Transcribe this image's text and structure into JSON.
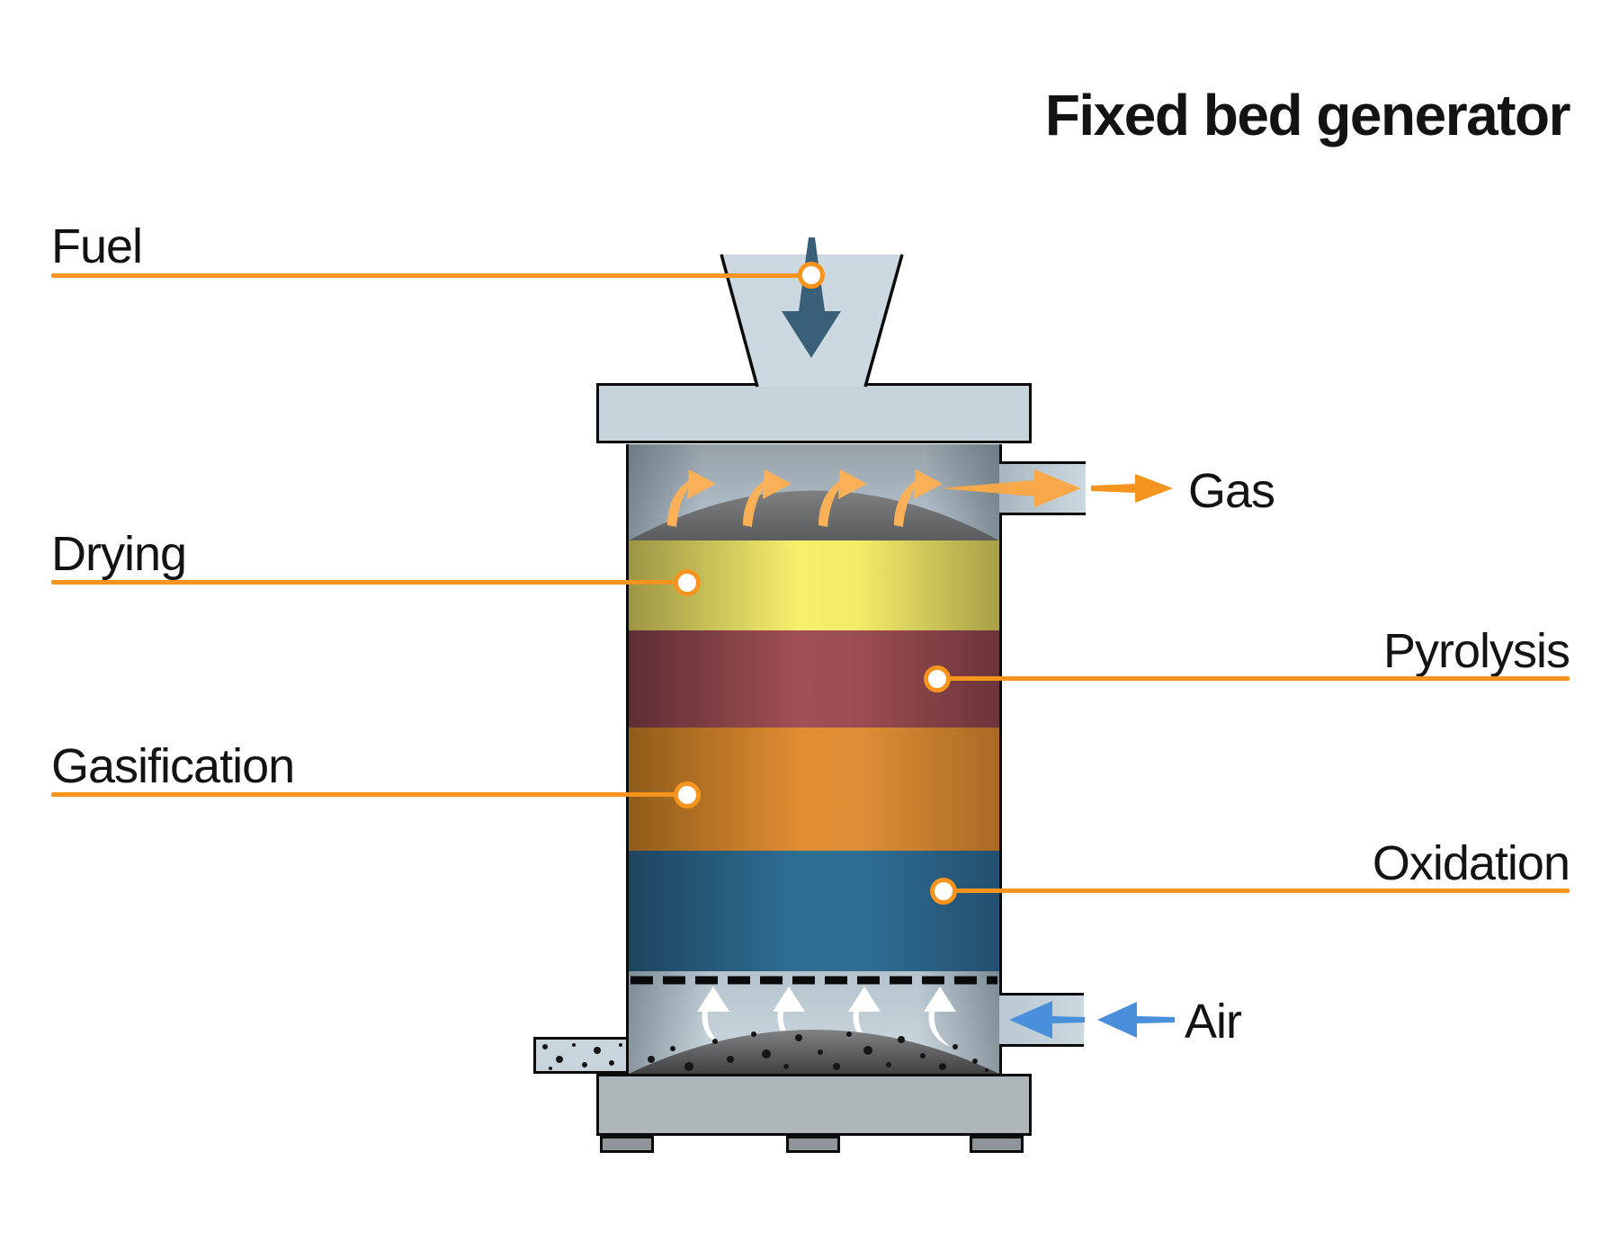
{
  "title": "Fixed bed generator",
  "labels": {
    "fuel": "Fuel",
    "drying": "Drying",
    "gasification": "Gasification",
    "pyrolysis": "Pyrolysis",
    "oxidation": "Oxidation",
    "gas": "Gas",
    "air": "Air"
  },
  "zones": [
    {
      "name": "Drying",
      "color": "#f8f06d"
    },
    {
      "name": "Pyrolysis",
      "color": "#a05055"
    },
    {
      "name": "Gasification",
      "color": "#e08c31"
    },
    {
      "name": "Oxidation",
      "color": "#2f6f94"
    }
  ],
  "colors": {
    "label_line": "#f7941e",
    "curved_arrow_orange": "#f9b057",
    "fuel_arrow_dark_blue": "#3a5f78",
    "gas_arrow_orange": "#f5941f",
    "air_arrow_blue": "#4a8fd9",
    "vessel_metal_light": "#cdd9e1",
    "base_gray": "#aeb6ba",
    "ash_dark_gray": "#4e5052"
  }
}
